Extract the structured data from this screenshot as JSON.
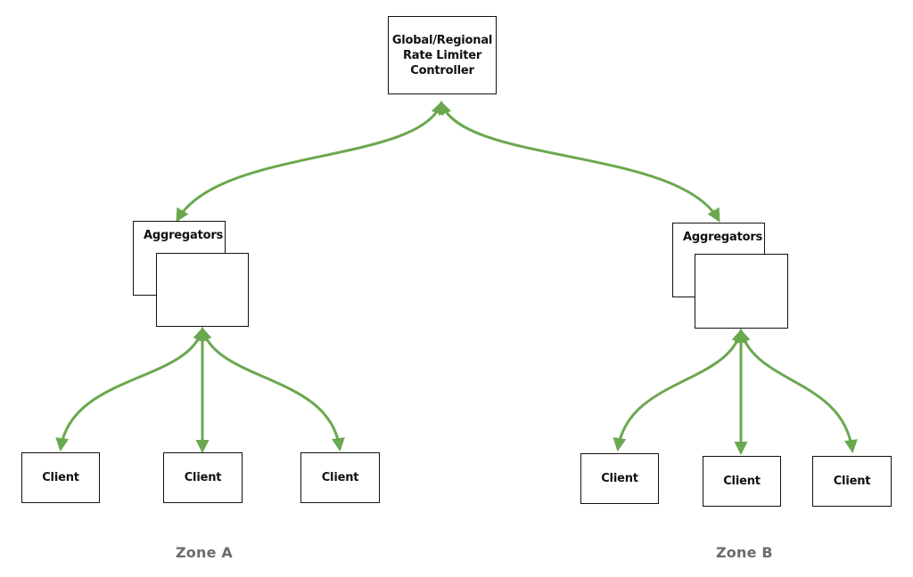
{
  "diagram": {
    "controller": {
      "label_lines": [
        "Global/Regional",
        "Rate Limiter",
        "Controller"
      ]
    },
    "zone_a": {
      "label": "Zone A",
      "aggregator_label": "Aggregators",
      "clients": [
        "Client",
        "Client",
        "Client"
      ]
    },
    "zone_b": {
      "label": "Zone B",
      "aggregator_label": "Aggregators",
      "clients": [
        "Client",
        "Client",
        "Client"
      ]
    },
    "connector_color": "#6aa84f",
    "border_color": "#111111",
    "zone_label_color": "#6b6b6b"
  }
}
